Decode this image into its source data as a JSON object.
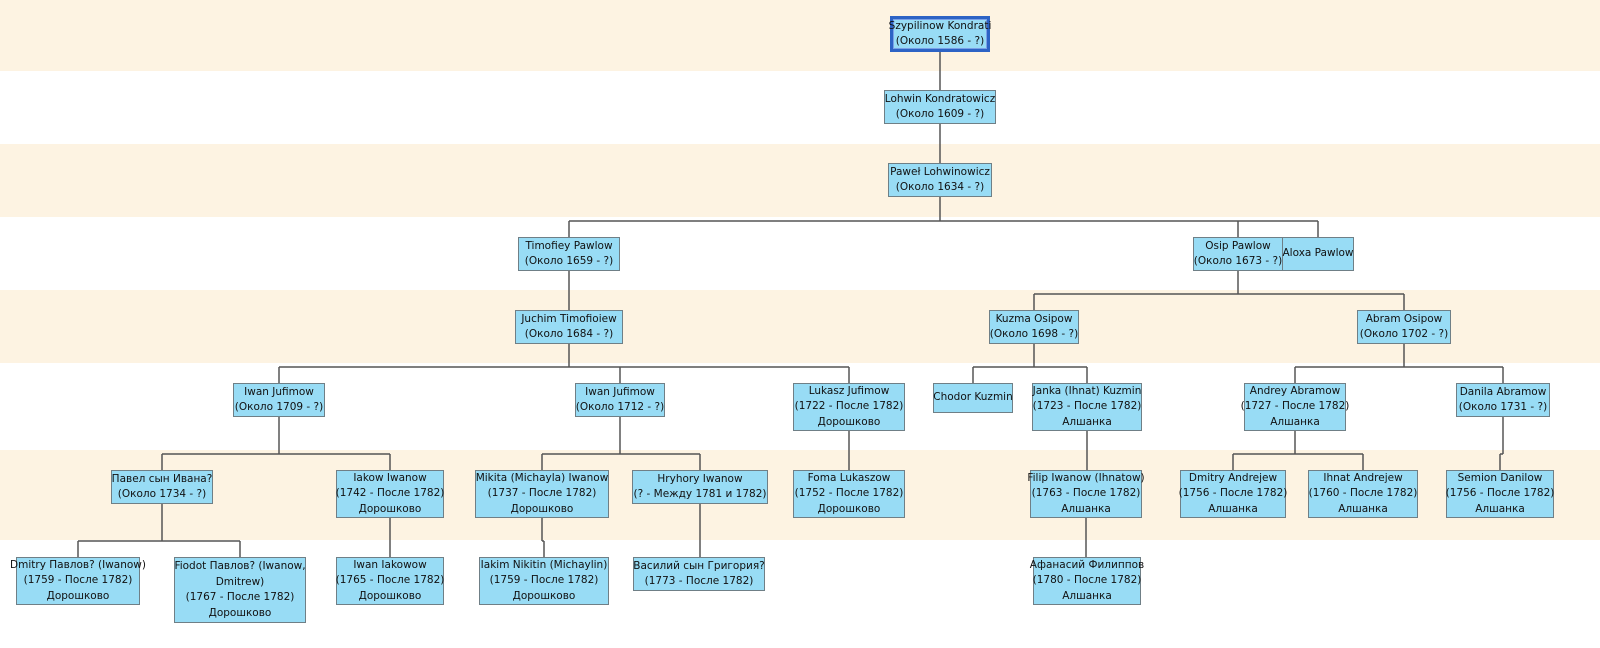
{
  "persons": [
    {
      "id": "p1",
      "lines": [
        "Szypilinow Kondrati",
        "(Около 1586 - ?)"
      ]
    },
    {
      "id": "p2",
      "lines": [
        "Lohwin Kondratowicz",
        "(Около 1609 - ?)"
      ]
    },
    {
      "id": "p3",
      "lines": [
        "Paweł Lohwinowicz",
        "(Около 1634 - ?)"
      ]
    },
    {
      "id": "p4",
      "lines": [
        "Timofiey Pawlow",
        "(Около 1659 - ?)"
      ]
    },
    {
      "id": "p5",
      "lines": [
        "Osip Pawlow",
        "(Около 1673 - ?)"
      ]
    },
    {
      "id": "p6",
      "lines": [
        "Aloxa Pawlow"
      ]
    },
    {
      "id": "p7",
      "lines": [
        "Juchim Timofioiew",
        "(Около 1684 - ?)"
      ]
    },
    {
      "id": "p8",
      "lines": [
        "Kuzma Osipow",
        "(Около 1698 - ?)"
      ]
    },
    {
      "id": "p9",
      "lines": [
        "Abram Osipow",
        "(Около 1702 - ?)"
      ]
    },
    {
      "id": "p10",
      "lines": [
        "Iwan Jufimow",
        "(Около 1709 - ?)"
      ]
    },
    {
      "id": "p11",
      "lines": [
        "Iwan Jufimow",
        "(Около 1712 - ?)"
      ]
    },
    {
      "id": "p12",
      "lines": [
        "Lukasz Jufimow",
        "(1722 - После 1782)",
        "Дорошково"
      ]
    },
    {
      "id": "p13",
      "lines": [
        "Chodor Kuzmin"
      ]
    },
    {
      "id": "p14",
      "lines": [
        "Janka (Ihnat) Kuzmin",
        "(1723 - После 1782)",
        "Алшанка"
      ]
    },
    {
      "id": "p15",
      "lines": [
        "Andrey Abramow",
        "(1727 - После 1782)",
        "Алшанка"
      ]
    },
    {
      "id": "p16",
      "lines": [
        "Danila Abramow",
        "(Около 1731 - ?)"
      ]
    },
    {
      "id": "p17",
      "lines": [
        "Павел сын Ивана?",
        "(Около 1734 - ?)"
      ]
    },
    {
      "id": "p18",
      "lines": [
        "Iakow Iwanow",
        "(1742 - После 1782)",
        "Дорошково"
      ]
    },
    {
      "id": "p19",
      "lines": [
        "Mikita (Michayla) Iwanow",
        "(1737 - После 1782)",
        "Дорошково"
      ]
    },
    {
      "id": "p20",
      "lines": [
        "Hryhory Iwanow",
        "(? - Между 1781 и 1782)"
      ]
    },
    {
      "id": "p21",
      "lines": [
        "Foma Lukaszow",
        "(1752 - После 1782)",
        "Дорошково"
      ]
    },
    {
      "id": "p22",
      "lines": [
        "Filip Iwanow (Ihnatow)",
        "(1763 - После 1782)",
        "Алшанка"
      ]
    },
    {
      "id": "p23",
      "lines": [
        "Dmitry Andrejew",
        "(1756 - После 1782)",
        "Алшанка"
      ]
    },
    {
      "id": "p24",
      "lines": [
        "Ihnat Andrejew",
        "(1760 - После 1782)",
        "Алшанка"
      ]
    },
    {
      "id": "p25",
      "lines": [
        "Semion Danilow",
        "(1756 - После 1782)",
        "Алшанка"
      ]
    },
    {
      "id": "p26",
      "lines": [
        "Dmitry Павлов? (Iwanow)",
        "(1759 - После 1782)",
        "Дорошково"
      ]
    },
    {
      "id": "p27",
      "lines": [
        "Fiodot Павлов? (Iwanow,",
        "Dmitrew)",
        "(1767 - После 1782)",
        "Дорошково"
      ]
    },
    {
      "id": "p28",
      "lines": [
        "Iwan Iakowow",
        "(1765 - После 1782)",
        "Дорошково"
      ]
    },
    {
      "id": "p29",
      "lines": [
        "Iakim Nikitin (Michaylin)",
        "(1759 - После 1782)",
        "Дорошково"
      ]
    },
    {
      "id": "p30",
      "lines": [
        "Василий сын Григория?",
        "(1773 - После 1782)"
      ]
    },
    {
      "id": "p31",
      "lines": [
        "Афанасий Филиппов",
        "(1780 - После 1782)",
        "Алшанка"
      ]
    }
  ],
  "relations": [
    [
      "p1",
      "p2"
    ],
    [
      "p2",
      "p3"
    ],
    [
      "p3",
      "p4"
    ],
    [
      "p3",
      "p5"
    ],
    [
      "p3",
      "p6"
    ],
    [
      "p4",
      "p7"
    ],
    [
      "p5",
      "p8"
    ],
    [
      "p5",
      "p9"
    ],
    [
      "p7",
      "p10"
    ],
    [
      "p7",
      "p11"
    ],
    [
      "p7",
      "p12"
    ],
    [
      "p8",
      "p13"
    ],
    [
      "p8",
      "p14"
    ],
    [
      "p9",
      "p15"
    ],
    [
      "p9",
      "p16"
    ],
    [
      "p10",
      "p17"
    ],
    [
      "p10",
      "p18"
    ],
    [
      "p11",
      "p19"
    ],
    [
      "p11",
      "p20"
    ],
    [
      "p12",
      "p21"
    ],
    [
      "p14",
      "p22"
    ],
    [
      "p15",
      "p23"
    ],
    [
      "p15",
      "p24"
    ],
    [
      "p16",
      "p25"
    ],
    [
      "p17",
      "p26"
    ],
    [
      "p17",
      "p27"
    ],
    [
      "p18",
      "p28"
    ],
    [
      "p19",
      "p29"
    ],
    [
      "p20",
      "p30"
    ],
    [
      "p22",
      "p31"
    ]
  ],
  "root": "p1",
  "colors": {
    "node_fill": "#98dcf5",
    "node_border": "#6f7f86",
    "root_border": "#2d63c5",
    "line": "#555555",
    "band": "#fdf3e2"
  }
}
